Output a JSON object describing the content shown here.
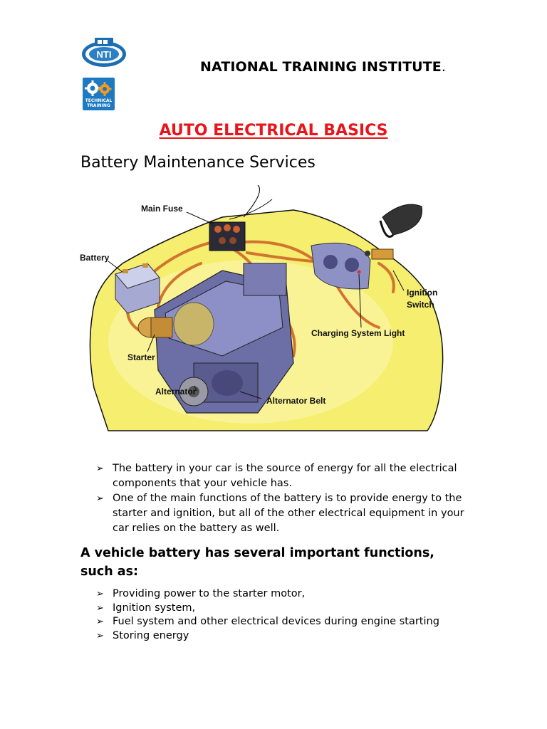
{
  "header": {
    "logo_nti_text": "NTI",
    "logo_tt_lines": [
      "TECHNICAL",
      "TRAINING"
    ],
    "institute_name": "NATIONAL TRAINING INSTITUTE",
    "institute_suffix": "."
  },
  "document": {
    "title": "AUTO ELECTRICAL BASICS",
    "subtitle": "Battery Maintenance Services"
  },
  "diagram": {
    "labels": {
      "main_fuse": "Main Fuse",
      "battery": "Battery",
      "ignition_line1": "Ignition",
      "ignition_line2": "Switch",
      "charging_light": "Charging System Light",
      "starter": "Starter",
      "alternator": "Alternator",
      "alternator_belt": "Alternator Belt"
    }
  },
  "intro_bullets": [
    "The battery in your car is the source of energy for all the electrical components that your vehicle has.",
    "One of the main functions of the battery is to provide energy to the starter and ignition, but all of the other electrical equipment in your car relies on the battery as well."
  ],
  "functions": {
    "heading": "A vehicle battery has several important functions, such as:",
    "items": [
      "Providing power to the starter motor,",
      "Ignition system,",
      "Fuel system and other electrical devices during engine starting",
      "Storing energy"
    ]
  },
  "bullet_marker": "➢",
  "colors": {
    "title_red": "#e8161c",
    "logo_blue": "#1d7ac2",
    "car_yellow": "#f6ee6e",
    "wire_orange": "#d1752f",
    "engine_purple": "#6c6ea6"
  }
}
